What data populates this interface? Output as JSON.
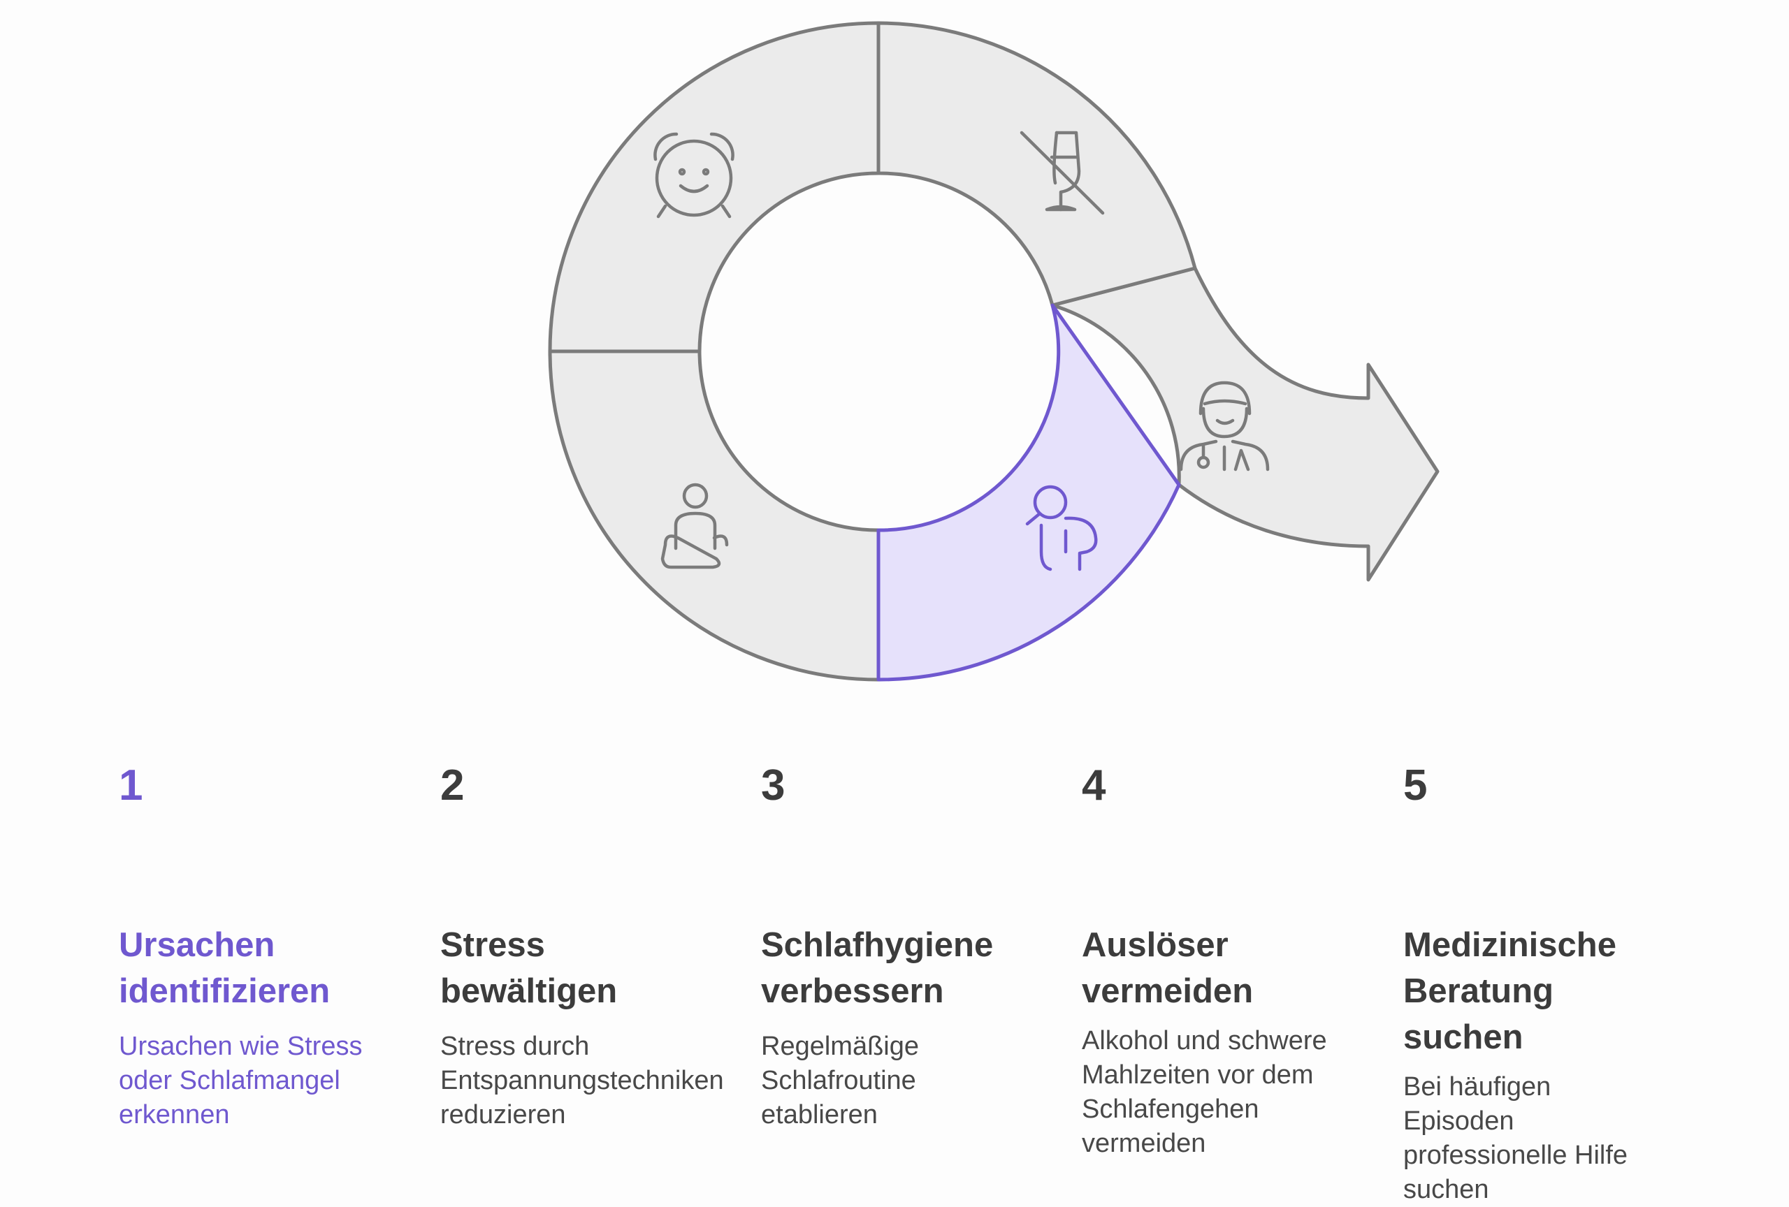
{
  "colors": {
    "accent": "#6f58cf",
    "segment_fill": "#ebebeb",
    "segment_active_fill": "#e6e1fb",
    "stroke": "#7b7b7b",
    "text": "#3c3c3c"
  },
  "cycle": {
    "segments": [
      {
        "step": 1,
        "icon": "magnifier-head-icon",
        "active": true
      },
      {
        "step": 2,
        "icon": "meditation-person-icon",
        "active": false
      },
      {
        "step": 3,
        "icon": "alarm-clock-icon",
        "active": false
      },
      {
        "step": 4,
        "icon": "no-alcohol-glass-icon",
        "active": false
      },
      {
        "step": 5,
        "icon": "doctor-icon",
        "active": false
      }
    ]
  },
  "steps": [
    {
      "number": "1",
      "title_line1": "Ursachen",
      "title_line2": "identifizieren",
      "title_line3": "",
      "desc_line1": "Ursachen wie Stress",
      "desc_line2": "oder Schlafmangel",
      "desc_line3": "erkennen",
      "desc_line4": ""
    },
    {
      "number": "2",
      "title_line1": "Stress",
      "title_line2": "bewältigen",
      "title_line3": "",
      "desc_line1": "Stress durch",
      "desc_line2": "Entspannungstechniken",
      "desc_line3": "reduzieren",
      "desc_line4": ""
    },
    {
      "number": "3",
      "title_line1": "Schlafhygiene",
      "title_line2": "verbessern",
      "title_line3": "",
      "desc_line1": "Regelmäßige",
      "desc_line2": "Schlafroutine",
      "desc_line3": "etablieren",
      "desc_line4": ""
    },
    {
      "number": "4",
      "title_line1": "Auslöser",
      "title_line2": "vermeiden",
      "title_line3": "",
      "desc_line1": "Alkohol und schwere",
      "desc_line2": "Mahlzeiten vor dem",
      "desc_line3": "Schlafengehen",
      "desc_line4": "vermeiden"
    },
    {
      "number": "5",
      "title_line1": "Medizinische",
      "title_line2": "Beratung",
      "title_line3": "suchen",
      "desc_line1": "Bei häufigen",
      "desc_line2": "Episoden",
      "desc_line3": "professionelle Hilfe",
      "desc_line4": "suchen"
    }
  ]
}
